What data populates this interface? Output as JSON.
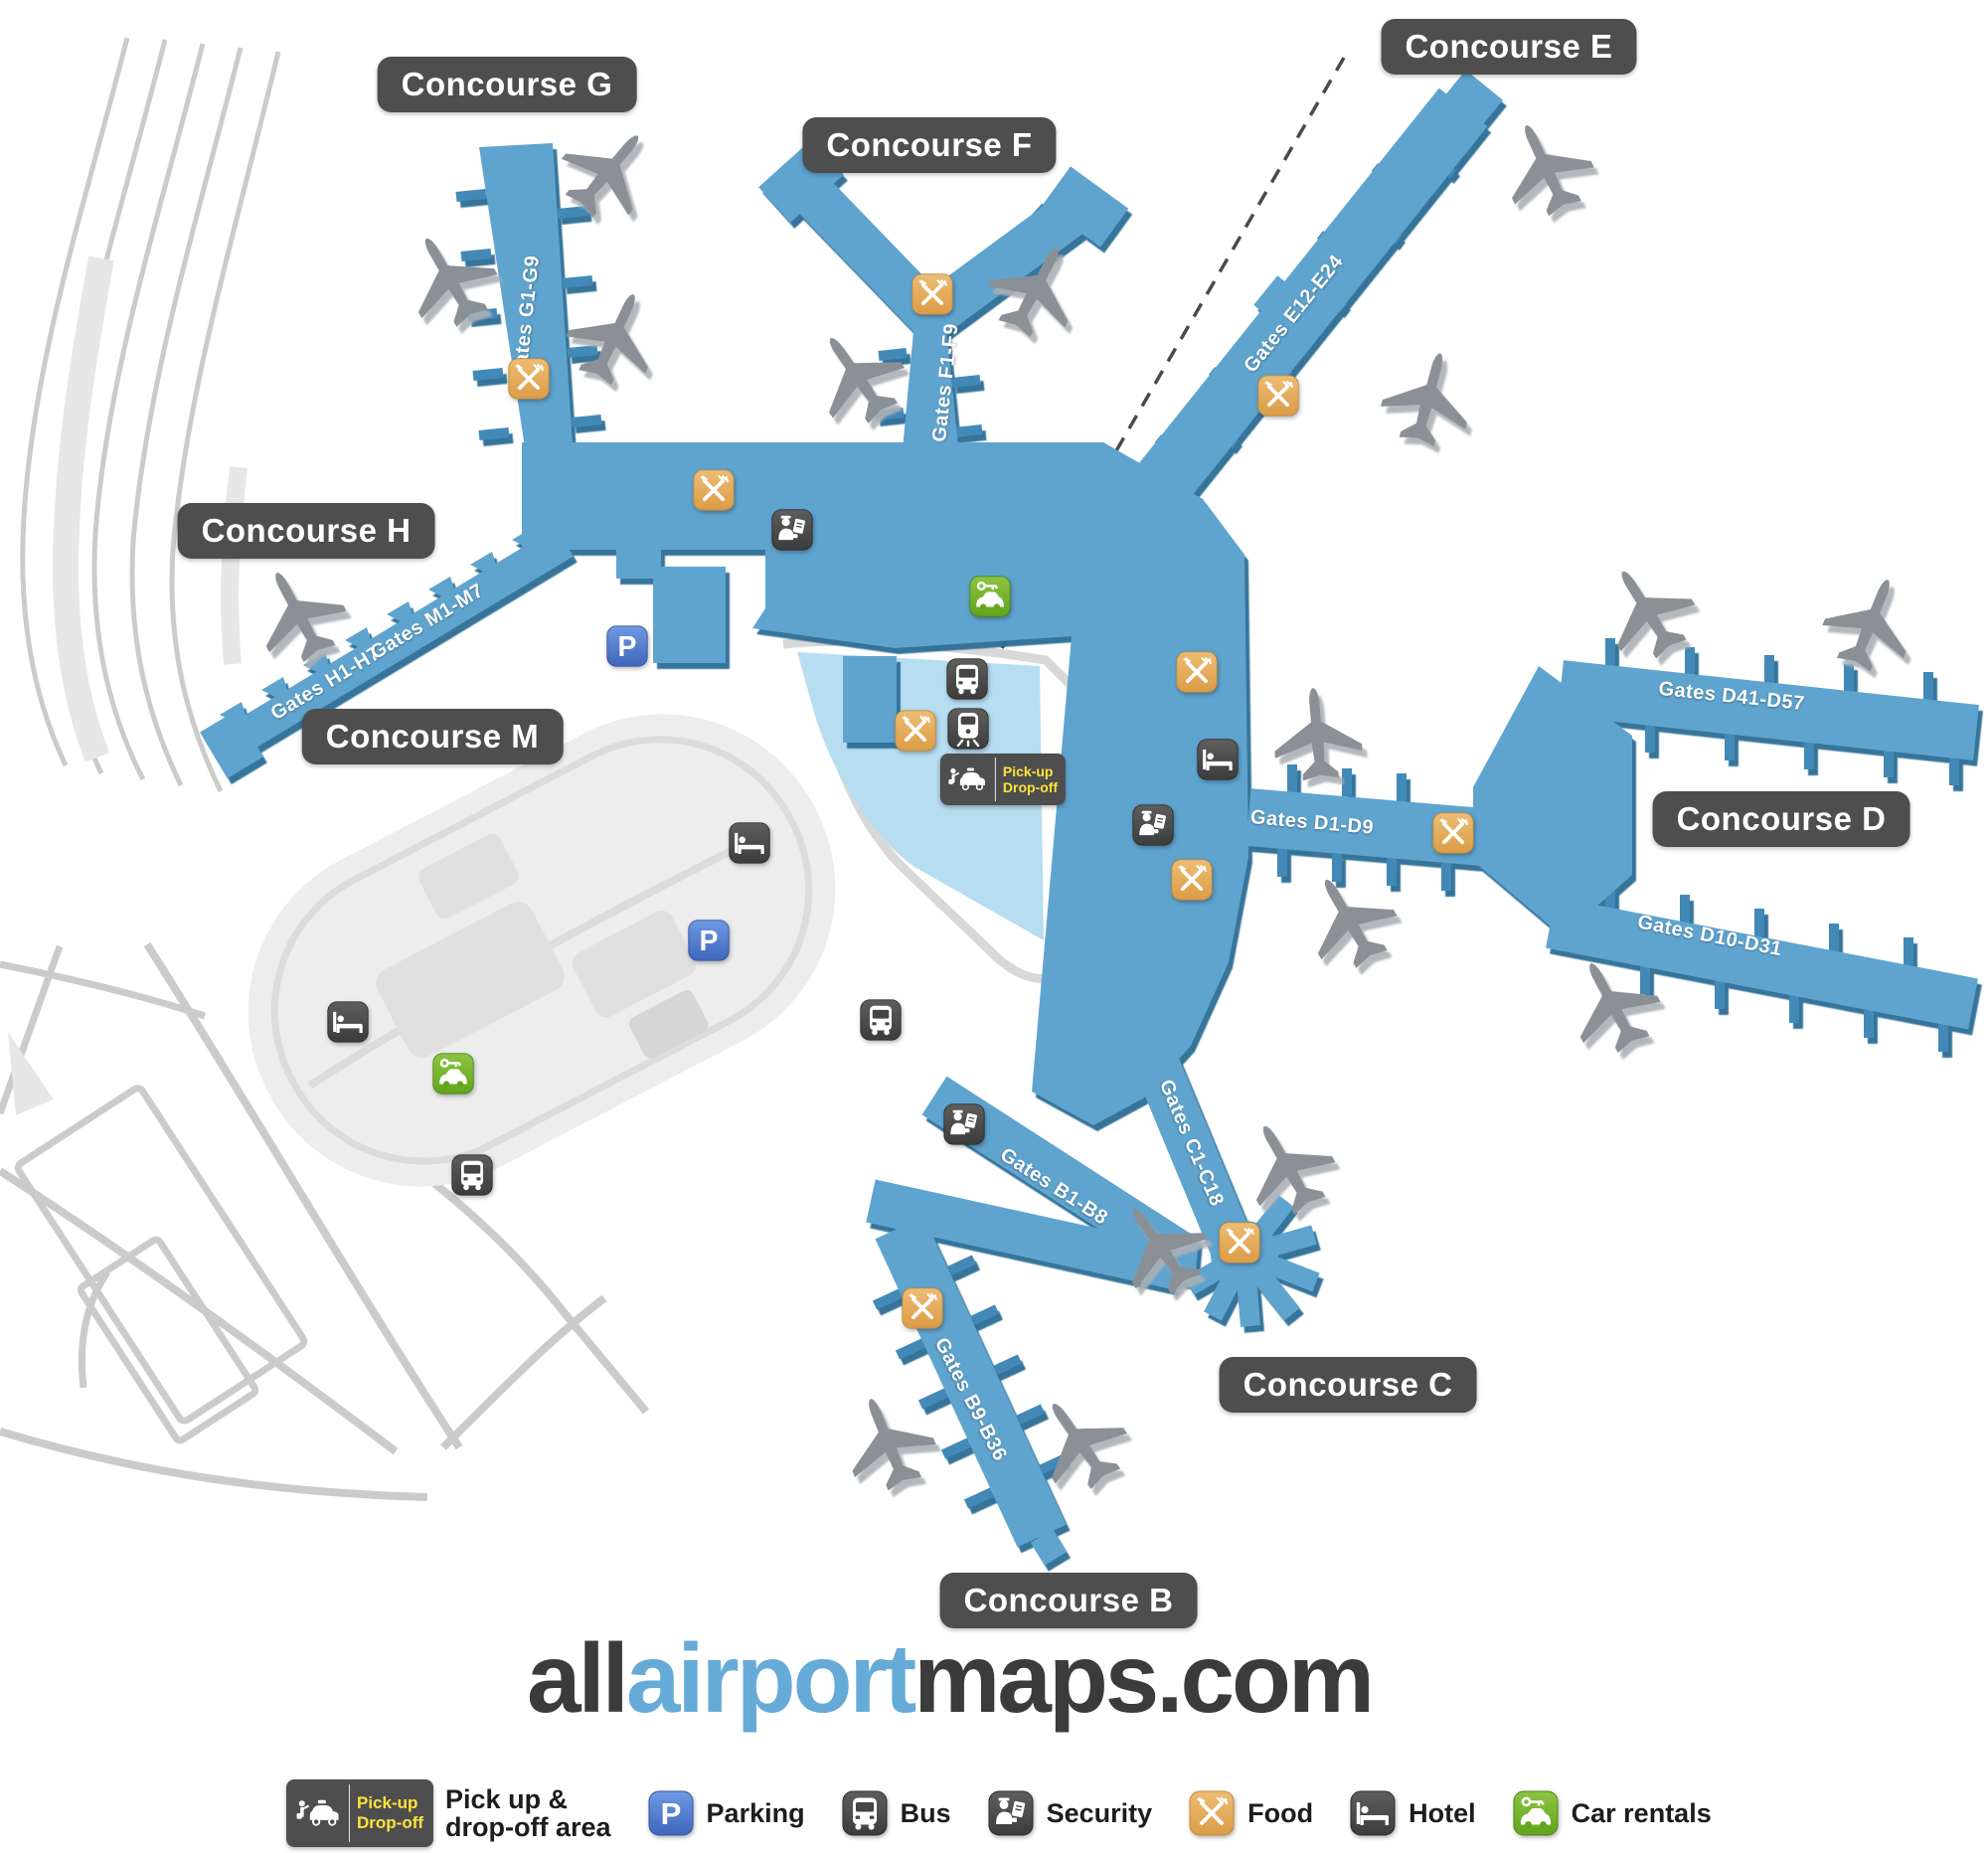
{
  "map": {
    "concourses": [
      {
        "id": "g",
        "label": "Concourse G"
      },
      {
        "id": "f",
        "label": "Concourse F"
      },
      {
        "id": "e",
        "label": "Concourse E"
      },
      {
        "id": "h",
        "label": "Concourse H"
      },
      {
        "id": "m",
        "label": "Concourse M"
      },
      {
        "id": "d",
        "label": "Concourse D"
      },
      {
        "id": "c",
        "label": "Concourse C"
      },
      {
        "id": "b",
        "label": "Concourse B"
      }
    ],
    "gate_labels": [
      {
        "id": "g1-g9",
        "label": "Gates G1-G9"
      },
      {
        "id": "f1-f9",
        "label": "Gates F1-F9"
      },
      {
        "id": "e12-e24",
        "label": "Gates E12-E24"
      },
      {
        "id": "h1-h7",
        "label": "Gates H1-H7"
      },
      {
        "id": "m1-m7",
        "label": "Gates M1-M7"
      },
      {
        "id": "d41-d57",
        "label": "Gates D41-D57"
      },
      {
        "id": "d1-d9",
        "label": "Gates D1-D9"
      },
      {
        "id": "d10-d31",
        "label": "Gates D10-D31"
      },
      {
        "id": "b1-b8",
        "label": "Gates B1-B8"
      },
      {
        "id": "c1-c18",
        "label": "Gates C1-C18"
      },
      {
        "id": "b9-b36",
        "label": "Gates B9-B36"
      }
    ],
    "pickup_badge": {
      "line1": "Pick-up",
      "line2": "Drop-off"
    },
    "icons": {
      "parking_letter": "P"
    },
    "legend": {
      "items": [
        {
          "icon": "pickup-dropoff",
          "label_line1": "Pick up &",
          "label_line2": "drop-off area"
        },
        {
          "icon": "parking",
          "label": "Parking"
        },
        {
          "icon": "bus",
          "label": "Bus"
        },
        {
          "icon": "security",
          "label": "Security"
        },
        {
          "icon": "food",
          "label": "Food"
        },
        {
          "icon": "hotel",
          "label": "Hotel"
        },
        {
          "icon": "car-rentals",
          "label": "Car rentals"
        }
      ]
    },
    "logo": {
      "prefix": "all",
      "highlight": "airport",
      "suffix": "maps.com"
    },
    "colors": {
      "concourse_blue": "#5ea4cf",
      "pier_outline": "#2c6d94",
      "jet_bridge_blue": "#4289b8",
      "pickup_area_blue": "#b7ddf1",
      "label_gray": "#4e4e4e",
      "food_orange": "#e2a75b",
      "car_rental_green": "#74b22e",
      "parking_blue": "#5580d0",
      "icon_dark": "#4a4a4a",
      "road_gray": "#d2d2d2",
      "logo_blue": "#66abd8",
      "logo_dark": "#3b3b3b",
      "badge_text_yellow": "#ffe23c"
    }
  }
}
